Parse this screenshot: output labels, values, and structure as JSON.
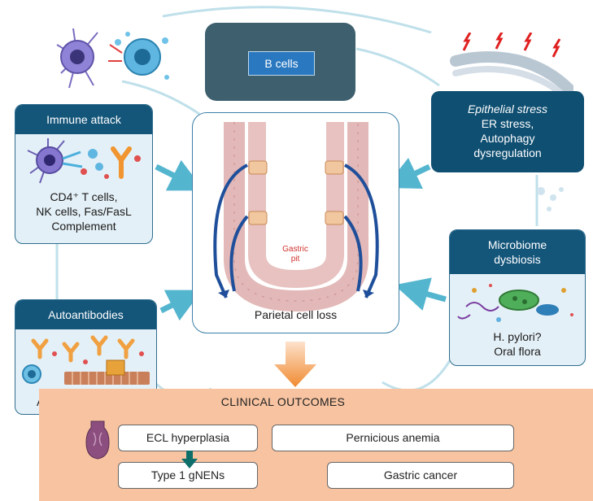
{
  "b_cells": "B cells",
  "immune_attack": {
    "title": "Immune attack",
    "lines": [
      "CD4⁺ T cells,",
      "NK cells, Fas/FasL",
      "Complement"
    ]
  },
  "epithelial_stress": {
    "title": "Epithelial stress",
    "lines": [
      "ER stress,",
      "Autophagy",
      "dysregulation"
    ]
  },
  "autoantibodies": {
    "title": "Autoantibodies",
    "lines": [
      "APCA, AIFA"
    ]
  },
  "microbiome": {
    "title_lines": [
      "Microbiome",
      "dysbiosis"
    ],
    "lines": [
      "H. pylori?",
      "Oral flora"
    ]
  },
  "center": {
    "gastric_pit_lines": [
      "Gastric",
      "pit"
    ],
    "caption": "Parietal cell loss"
  },
  "outcomes": {
    "title": "CLINICAL OUTCOMES",
    "ecl": "ECL hyperplasia",
    "pernicious": "Pernicious anemia",
    "gnen": "Type 1 gNENs",
    "cancer": "Gastric cancer"
  },
  "colors": {
    "accent_arrow": "#54b5cf",
    "dark_blue": "#14557a",
    "outcome_bg": "#f7c3a1",
    "orange_arrow": "#f08a30",
    "teal_arrow": "#0d6e6a",
    "gastric_pit_text": "#d0312d"
  },
  "icons": [
    "immune-cells-illustration",
    "er-stress-illustration",
    "pathogen-illustration",
    "bacteria-illustration",
    "antibody-illustration",
    "stomach-icon"
  ]
}
